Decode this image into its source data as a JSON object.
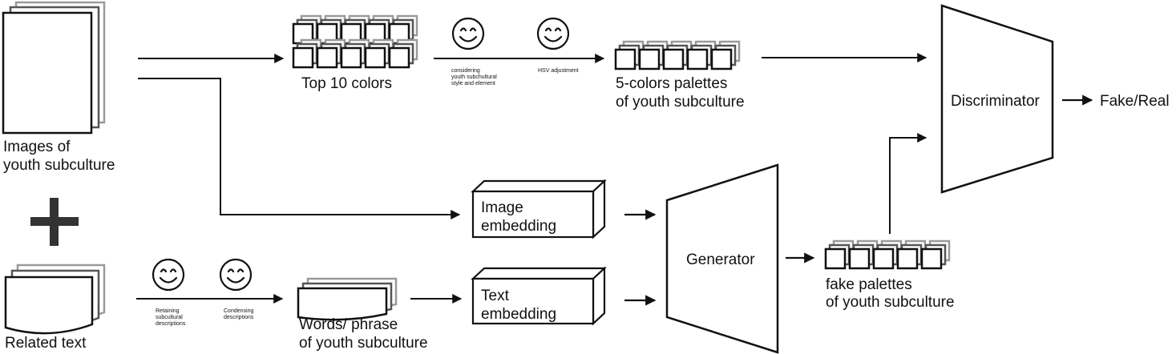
{
  "inputs": {
    "images_label": [
      "Images of",
      "youth subculture"
    ],
    "text_label": "Related text"
  },
  "top_colors": {
    "label": "Top 10 colors"
  },
  "smile_steps": {
    "top_step1": [
      "considering",
      "youth subchultural",
      "style and element"
    ],
    "top_step2": "HSV adjustment",
    "bottom_step1": [
      "Retaining",
      "subcultural",
      "descriptions"
    ],
    "bottom_step2": [
      "Condensing",
      "descriptions"
    ]
  },
  "real_palettes": {
    "label": [
      "5-colors palettes",
      "of youth subculture"
    ]
  },
  "words": {
    "label": [
      "Words/ phrase",
      "of youth subculture"
    ]
  },
  "embeddings": {
    "image": [
      "Image",
      "embedding"
    ],
    "text": [
      "Text",
      "embedding"
    ]
  },
  "generator": {
    "label": "Generator"
  },
  "fake_palettes": {
    "label": [
      "fake palettes",
      "of youth subculture"
    ]
  },
  "discriminator": {
    "label": "Discriminator"
  },
  "output": {
    "label": "Fake/Real"
  },
  "icons": [
    "smiley-face-icon",
    "plus-icon",
    "arrow-icon"
  ]
}
